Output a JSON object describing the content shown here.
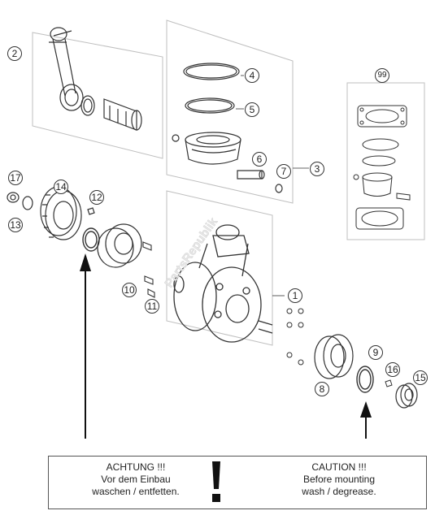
{
  "callouts": {
    "c1": "1",
    "c2": "2",
    "c3": "3",
    "c4": "4",
    "c5": "5",
    "c6": "6",
    "c7": "7",
    "c8": "8",
    "c9": "9",
    "c10": "10",
    "c11": "11",
    "c12": "12",
    "c13": "13",
    "c14": "14",
    "c15": "15",
    "c16": "16",
    "c17": "17",
    "c99": "99"
  },
  "notice": {
    "left": {
      "heading": "ACHTUNG !!!",
      "line1": "Vor dem Einbau",
      "line2": "waschen / entfetten."
    },
    "right": {
      "heading": "CAUTION !!!",
      "line1": "Before mounting",
      "line2": "wash / degrease."
    }
  },
  "watermark": "PartsRepublik",
  "colors": {
    "line": "#333333",
    "panel": "#bfbfbf",
    "arrow": "#111111"
  }
}
